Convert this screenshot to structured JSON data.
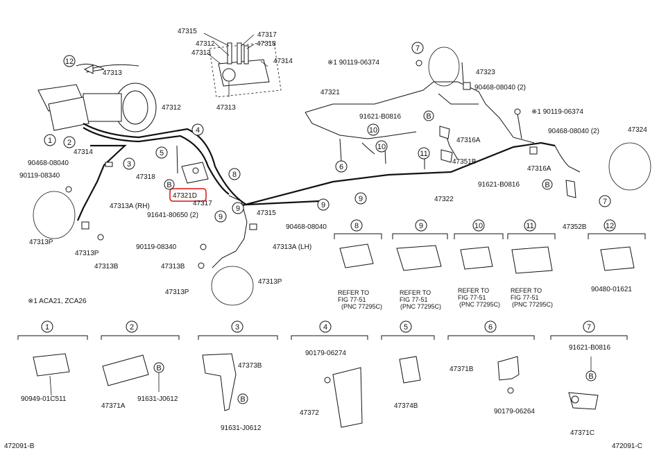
{
  "colors": {
    "ink": "#111111",
    "highlight": "#dd1111",
    "background": "#ffffff"
  },
  "labels": {
    "p47315_top": "47315",
    "p47317_top": "47317",
    "p47312_top": "47312",
    "p47318_top": "47318",
    "p47314_top": "47314",
    "p47313_top2": "47313",
    "p47313_left": "47313",
    "p47312_booster": "47312",
    "p47314": "47314",
    "p90468_08040_left": "90468-08040",
    "p90119_08340_left": "90119-08340",
    "p47313A_rh": "47313A (RH)",
    "p47313P_left": "47313P",
    "p47313P_mid": "47313P",
    "p47313B_left": "47313B",
    "p47318": "47318",
    "p47321D": "47321D",
    "p47317": "47317",
    "p91641_80650": "91641-80650 (2)",
    "p47315_mid": "47315",
    "p90468_08040_mid": "90468-08040",
    "p90119_08340_mid": "90119-08340",
    "p47313A_lh": "47313A (LH)",
    "p47313B_mid": "47313B",
    "p47313P_low": "47313P",
    "p47313P_right": "47313P",
    "note_aca": "※1 ACA21, ZCA26",
    "p90119_06374_top": "※1 90119-06374",
    "p47323": "47323",
    "p90468_08040_2a": "90468-08040 (2)",
    "p47321": "47321",
    "p91621_B0816_a": "91621-B0816",
    "p47316A_a": "47316A",
    "p47351B": "47351B",
    "p47322": "47322",
    "p90119_06374_right": "※1 90119-06374",
    "p47324": "47324",
    "p90468_08040_2b": "90468-08040 (2)",
    "p47316A_b": "47316A",
    "p91621_B0816_b": "91621-B0816",
    "p47352B": "47352B",
    "p90480_01621": "90480-01621",
    "ref_text_1": "REFER TO",
    "ref_text_2": "FIG 77-51",
    "ref_text_3": "(PNC 77295C)",
    "p90949_01C51": "90949-01C511",
    "p47371A": "47371A",
    "p91631_J0612_a": "91631-J0612",
    "p47373B": "47373B",
    "p91631_J0612_b": "91631-J0612",
    "p90179_06274": "90179-06274",
    "p47372": "47372",
    "p47374B": "47374B",
    "p47371B": "47371B",
    "p90179_06264": "90179-06264",
    "p91621_B0816_c": "91621-B0816",
    "p47371C": "47371C",
    "footer_left": "472091-B",
    "footer_right": "472091-C"
  },
  "callouts": {
    "c1": "1",
    "c2": "2",
    "c3": "3",
    "c4": "4",
    "c5": "5",
    "c6": "6",
    "c7": "7",
    "c8": "8",
    "c9": "9",
    "c10": "10",
    "c11": "11",
    "c12": "12",
    "b": "B"
  }
}
